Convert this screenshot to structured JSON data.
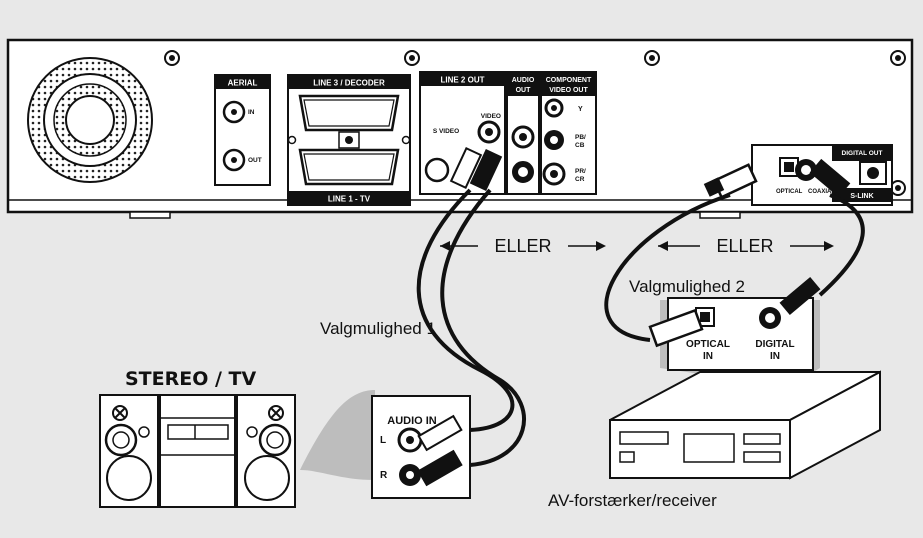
{
  "rear_panel": {
    "aerial": {
      "title": "AERIAL",
      "in": "IN",
      "out": "OUT"
    },
    "scart_top": "LINE 3 / DECODER",
    "scart_bottom": "LINE 1 - TV",
    "line2_out": {
      "title": "LINE 2 OUT",
      "video": "VIDEO",
      "s_video": "S VIDEO"
    },
    "audio_out": {
      "line1": "AUDIO",
      "line2": "OUT"
    },
    "component": {
      "line1": "COMPONENT",
      "line2": "VIDEO OUT",
      "y": "Y",
      "pb1": "PB/",
      "pb2": "CB",
      "pr1": "PR/",
      "pr2": "CR"
    },
    "digital_out": {
      "title": "DIGITAL OUT",
      "optical": "OPTICAL",
      "coaxial": "COAXIAL",
      "link": "S-LINK"
    }
  },
  "labels": {
    "or_left": "ELLER",
    "or_right": "ELLER",
    "option1": "Valgmulighed 1",
    "option2": "Valgmulighed 2",
    "stereo_tv": "STEREO / TV",
    "audio_in": "AUDIO IN",
    "audio_l": "L",
    "audio_r": "R",
    "optical_in_1": "OPTICAL",
    "optical_in_2": "IN",
    "digital_in_1": "DIGITAL",
    "digital_in_2": "IN",
    "receiver": "AV-forstærker/receiver"
  }
}
